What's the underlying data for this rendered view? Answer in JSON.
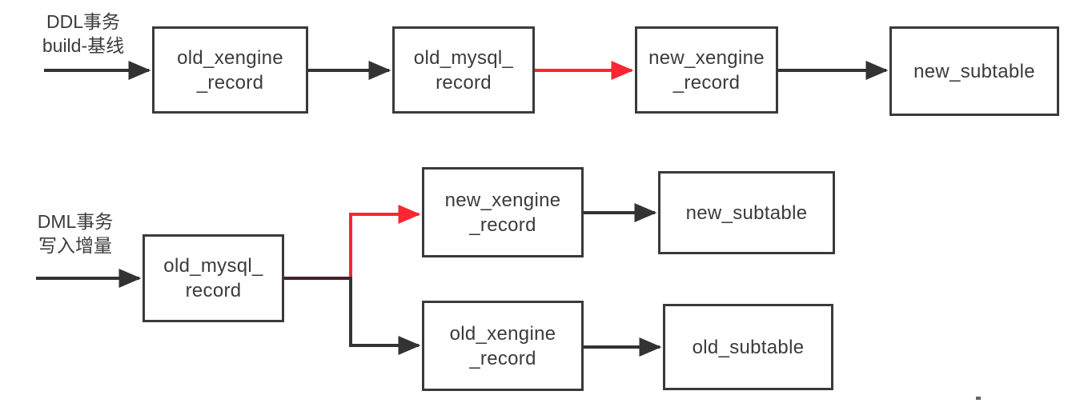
{
  "colors": {
    "stroke": "#333333",
    "red": "#fa2632",
    "trunk_overlap": "#4a2026",
    "box_border": "#3a3a3a",
    "text": "#3b3b3b",
    "background": "#ffffff"
  },
  "flows": [
    {
      "id": "ddl",
      "label": "DDL事务\nbuild-基线",
      "nodes": [
        {
          "label": "old_xengine\n_record"
        },
        {
          "label": "old_mysql_\nrecord"
        },
        {
          "label": "new_xengine\n_record"
        },
        {
          "label": "new_subtable"
        }
      ]
    },
    {
      "id": "dml",
      "label": "DML事务\n写入增量",
      "nodes": [
        {
          "label": "old_mysql_\nrecord"
        },
        {
          "label": "new_xengine\n_record"
        },
        {
          "label": "new_subtable"
        },
        {
          "label": "old_xengine\n_record"
        },
        {
          "label": "old_subtable"
        }
      ]
    }
  ]
}
